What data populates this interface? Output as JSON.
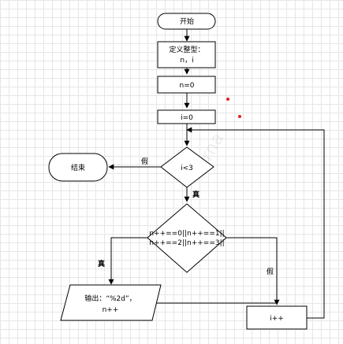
{
  "nodes": {
    "start": "开始",
    "define_line1": "定义整型：",
    "define_line2": "n，i",
    "assign_n": "n=0",
    "assign_i": "i=0",
    "cond_i": "i<3",
    "end": "结束",
    "cond_n_line1": "n++==0||n++==1||",
    "cond_n_line2": "n++==2||n++==3||",
    "output_line1": "输出：“%2d”，",
    "output_line2": "n++",
    "increment_i": "i++"
  },
  "edges": {
    "false_to_end": "假",
    "true_from_cond_i": "真",
    "true_to_output": "真",
    "false_to_increment": "假"
  },
  "colors": {
    "stroke": "#000000",
    "fill": "#ffffff",
    "marker": "#e02020"
  }
}
